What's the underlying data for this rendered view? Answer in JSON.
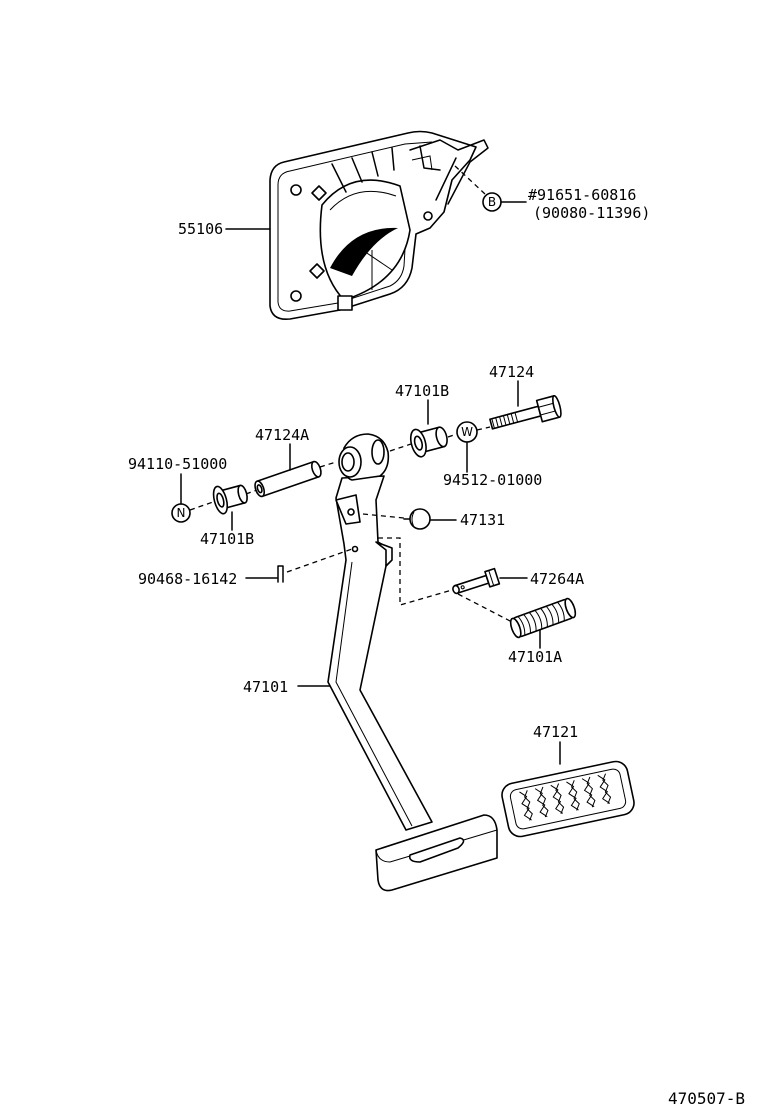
{
  "figure_id": "470507-B",
  "callouts": {
    "clip_part": "#91651-60816",
    "clip_alt_part": "(90080-11396)",
    "bracket": "55106",
    "bolt": "47124",
    "bushing_upper": "47101B",
    "sleeve": "47124A",
    "nut_part": "94110-51000",
    "washer_part": "94512-01000",
    "stopper": "47131",
    "bushing_lower": "47101B",
    "clip_pin_part": "90468-16142",
    "clevis_pin": "47264A",
    "spring": "47101A",
    "pedal_arm": "47101",
    "pedal_pad": "47121"
  },
  "markers": {
    "b": "B",
    "w": "W",
    "n": "N"
  }
}
